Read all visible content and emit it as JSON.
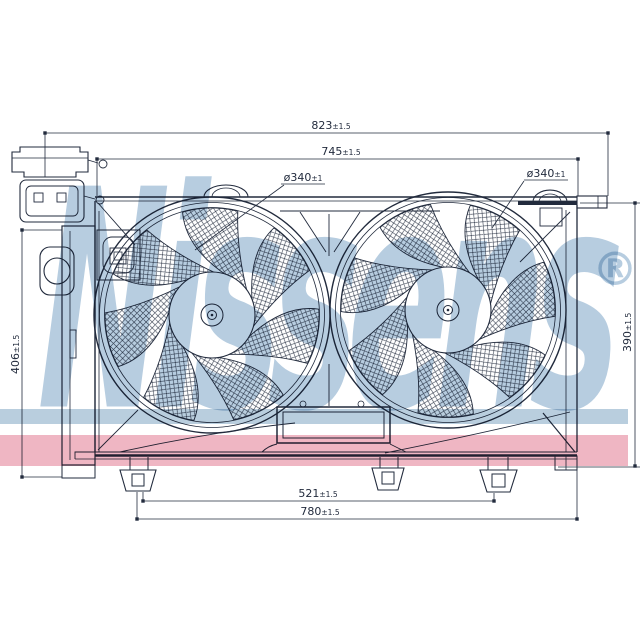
{
  "title": "Dual radiator fan assembly technical drawing",
  "brand": {
    "name": "Nissens",
    "registered_mark": "®"
  },
  "colors": {
    "line": "#222b3d",
    "watermark_blue": "#b7cde0",
    "stripe_blue": "#b9cede",
    "stripe_pink": "#efb6c3",
    "background": "#ffffff"
  },
  "dimensions": {
    "overall_width": {
      "value": "823",
      "tol": "±1.5"
    },
    "shroud_width": {
      "value": "745",
      "tol": "±1.5"
    },
    "fan_left_diameter": {
      "value": "ø340",
      "tol": "±1"
    },
    "fan_right_diameter": {
      "value": "ø340",
      "tol": "±1"
    },
    "mount_spacing": {
      "value": "521",
      "tol": "±1.5"
    },
    "lower_width": {
      "value": "780",
      "tol": "±1.5"
    },
    "height_left": {
      "value": "406",
      "tol": "±1.5"
    },
    "height_right": {
      "value": "390",
      "tol": "±1.5"
    }
  }
}
